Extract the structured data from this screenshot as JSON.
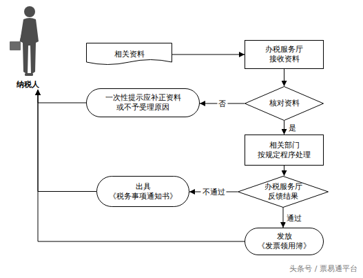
{
  "diagram": {
    "nodes": [
      {
        "text": [
          "纳税人"
        ]
      },
      {
        "text": [
          "相关资料"
        ]
      },
      {
        "text": [
          "办税服务厅 接收资料"
        ]
      },
      {
        "text": [
          "一次性提示应补正资料 或不予受理原因"
        ]
      },
      {
        "text": [
          "核对资料"
        ]
      },
      {
        "text": [
          "相关部门 按规定程序处理"
        ]
      },
      {
        "text": [
          "出具 《税务事项通知书》"
        ]
      },
      {
        "text": [
          "办税服务厅 反馈结果"
        ]
      },
      {
        "text": [
          "发放 《发票领用簿》"
        ]
      }
    ],
    "edges": [
      {
        "from": 1,
        "to": 2,
        "arrow": "to"
      },
      {
        "from": 2,
        "to": 4,
        "arrow": "to"
      },
      {
        "from": 4,
        "to": 3,
        "label": "否",
        "arrow": "to"
      },
      {
        "from": 3,
        "to": 0,
        "arrow": "to"
      },
      {
        "from": 4,
        "to": 5,
        "label": "是",
        "arrow": "to"
      },
      {
        "from": 5,
        "to": 7,
        "arrow": "to"
      },
      {
        "from": 7,
        "to": 6,
        "label": "不通过",
        "arrow": "to"
      },
      {
        "from": 6,
        "to": 0,
        "arrow": "to"
      },
      {
        "from": 7,
        "to": 8,
        "label": "通过",
        "arrow": "to"
      },
      {
        "from": 8,
        "to": 0,
        "arrow": "to"
      }
    ],
    "labels": [
      "头条号 / 票易通平台"
    ]
  }
}
